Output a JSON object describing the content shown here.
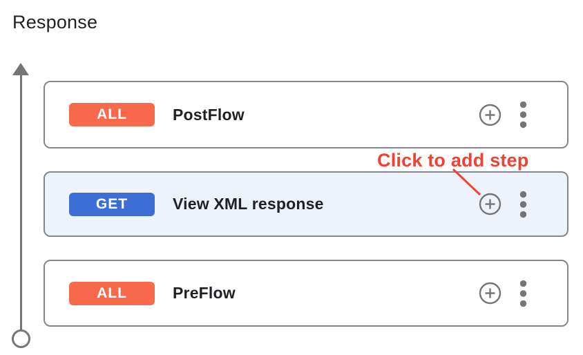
{
  "header": {
    "title": "Response"
  },
  "flow": {
    "steps": [
      {
        "method": "ALL",
        "name": "PostFlow",
        "badge_color": "#F96A4C",
        "card_bg": "#FFFFFF",
        "selected": false
      },
      {
        "method": "GET",
        "name": "View XML response",
        "badge_color": "#3C6ED4",
        "card_bg": "#EDF2FB",
        "selected": true
      },
      {
        "method": "ALL",
        "name": "PreFlow",
        "badge_color": "#F96A4C",
        "card_bg": "#FFFFFF",
        "selected": false
      }
    ]
  },
  "annotation": {
    "label": "Click to add step",
    "color": "#EE4234"
  },
  "icons": {
    "add_step": "plus-circle",
    "more_options": "kebab-menu",
    "flow_direction": "arrow-up",
    "flow_start": "open-circle"
  },
  "colors": {
    "card_border": "#82878C",
    "icon_gray": "#757575",
    "selected_card_bg": "#EDF2FB",
    "badge_all": "#F96A4C",
    "badge_get": "#3C6ED4",
    "annotation_red": "#EE4234"
  }
}
